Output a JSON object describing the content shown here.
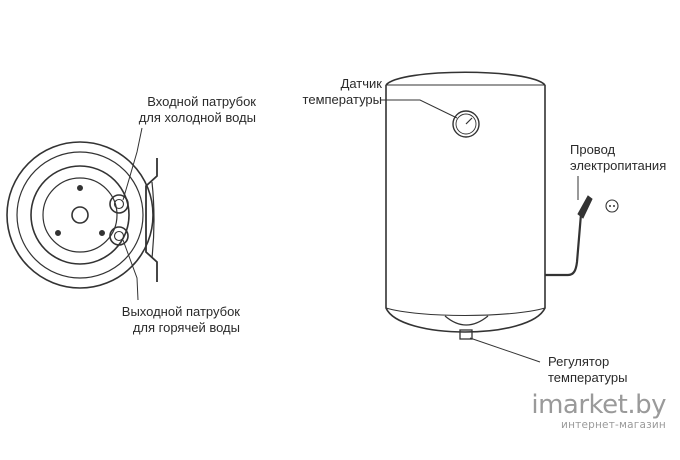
{
  "labels": {
    "inlet": [
      "Входной патрубок",
      "для холодной воды"
    ],
    "outlet": [
      "Выходной патрубок",
      "для горячей воды"
    ],
    "temp_sensor": [
      "Датчик",
      "температуры"
    ],
    "power_cable": [
      "Провод",
      "электропитания"
    ],
    "thermostat": [
      "Регулятор",
      "температуры"
    ]
  },
  "watermark": {
    "brand": "imarket.by",
    "subtitle": "интернет-магазин"
  }
}
